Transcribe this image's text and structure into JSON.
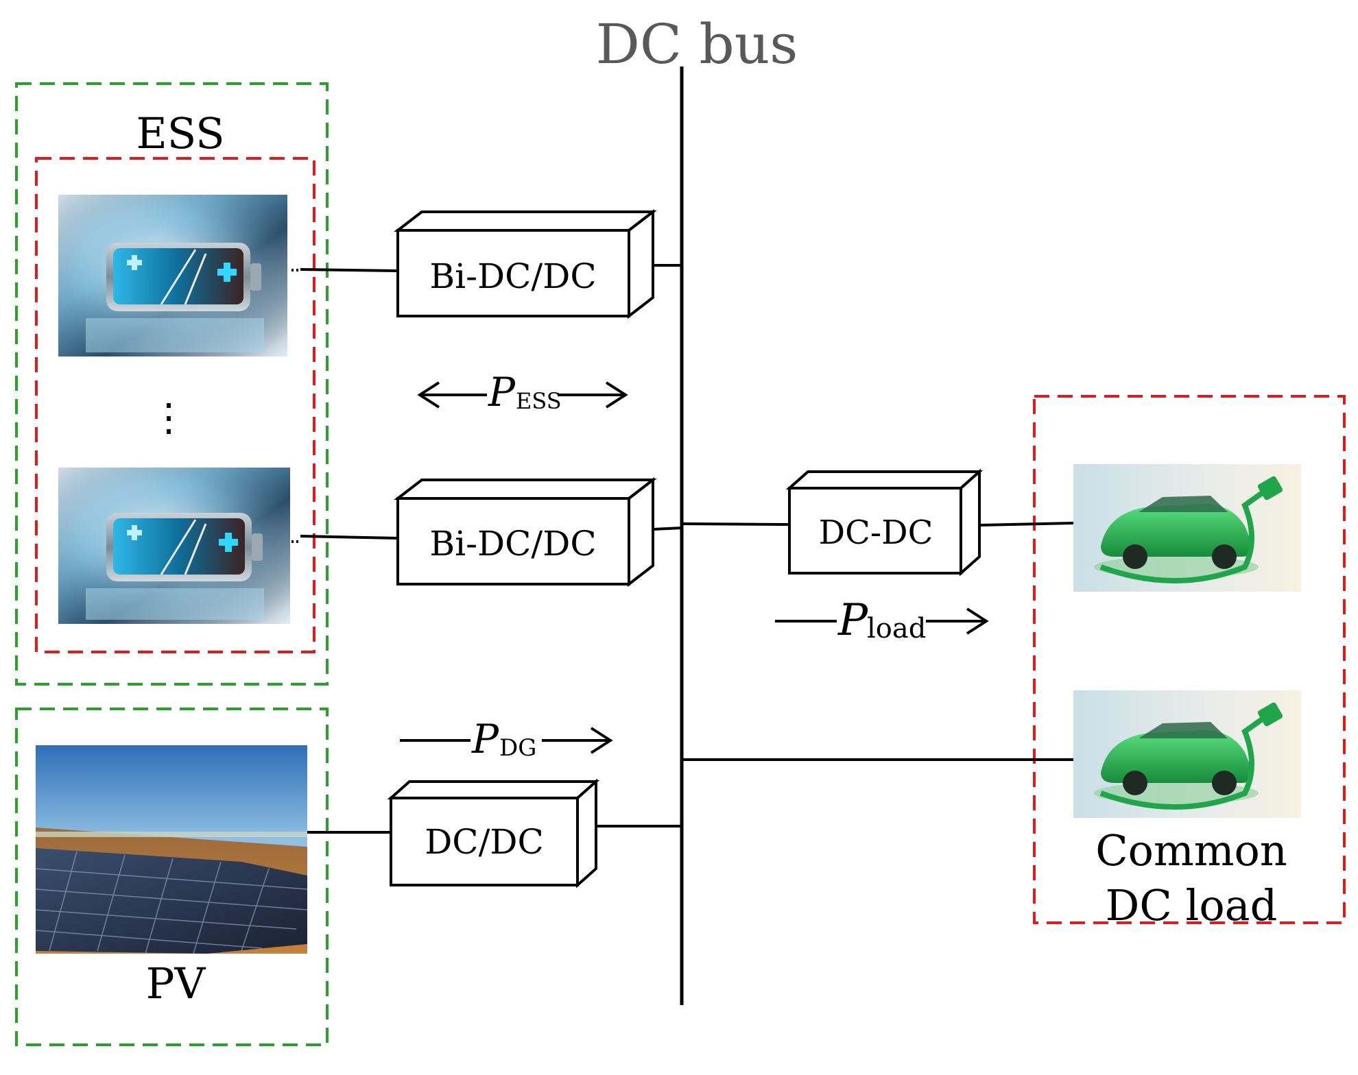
{
  "diagram": {
    "bus_label": "DC bus",
    "ess_label": "ESS",
    "pv_label": "PV",
    "load_label_line1": "Common",
    "load_label_line2": "DC load",
    "ellipsis": "⋮",
    "converters": {
      "bi_dcdc_top": "Bi-DC/DC",
      "bi_dcdc_bottom": "Bi-DC/DC",
      "dcdc_load": "DC-DC",
      "dcdc_pv": "DC/DC"
    },
    "power_flows": {
      "ess": {
        "symbol": "P",
        "subscript": "ESS",
        "direction": "bidirectional"
      },
      "load": {
        "symbol": "P",
        "subscript": "load",
        "direction": "right"
      },
      "dg": {
        "symbol": "P",
        "subscript": "DG",
        "direction": "right"
      }
    },
    "images": {
      "battery_top": "battery-icon",
      "battery_bottom": "battery-icon",
      "pv_panel": "solar-panel-icon",
      "ev_top": "electric-car-icon",
      "ev_bottom": "electric-car-icon"
    },
    "colors": {
      "green_dash": "#2ca02c",
      "red_dash": "#e01b1b",
      "line": "#000000",
      "bus_text": "#595959"
    }
  }
}
